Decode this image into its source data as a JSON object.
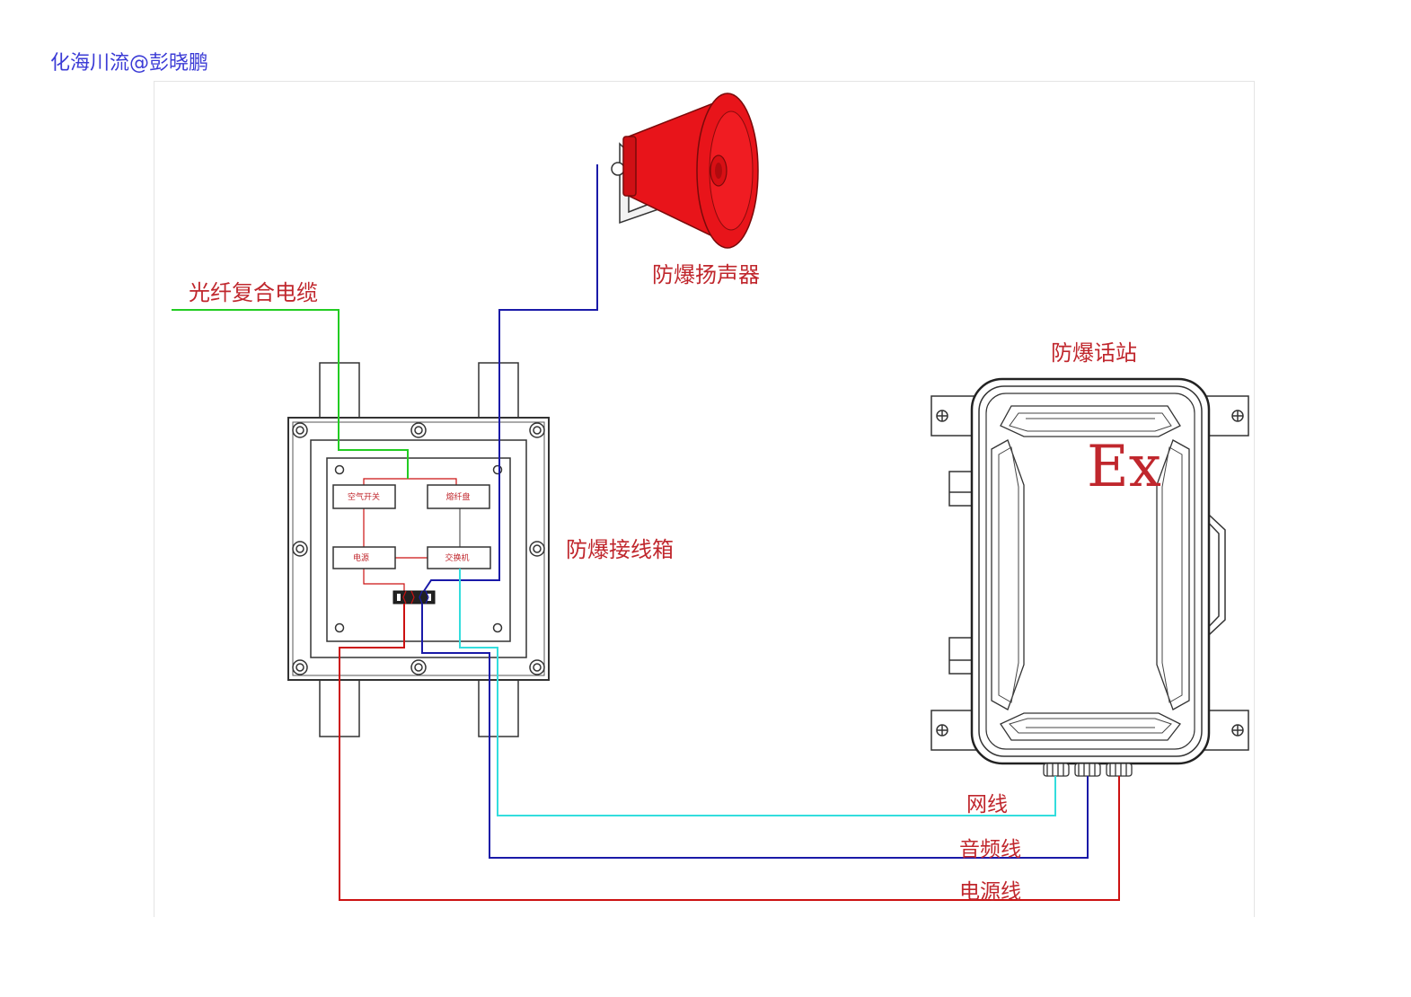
{
  "watermark": "化海川流@彭晓鹏",
  "labels": {
    "speaker": "防爆扬声器",
    "fiber_cable": "光纤复合电缆",
    "junction_box": "防爆接线箱",
    "phone_station": "防爆话站",
    "ex_mark": "Ex",
    "network_line": "网线",
    "audio_line": "音频线",
    "power_line": "电源线"
  },
  "box_modules": {
    "air_switch": "空气开关",
    "fiber_tray": "熔纤盘",
    "power_supply": "电源",
    "switch": "交换机"
  },
  "colors": {
    "fiber": "#22cc22",
    "audio": "#1a1aa8",
    "network": "#33dddd",
    "power": "#cc1111",
    "label": "#c0272d",
    "speaker": "#e8141a",
    "outline": "#333333"
  }
}
